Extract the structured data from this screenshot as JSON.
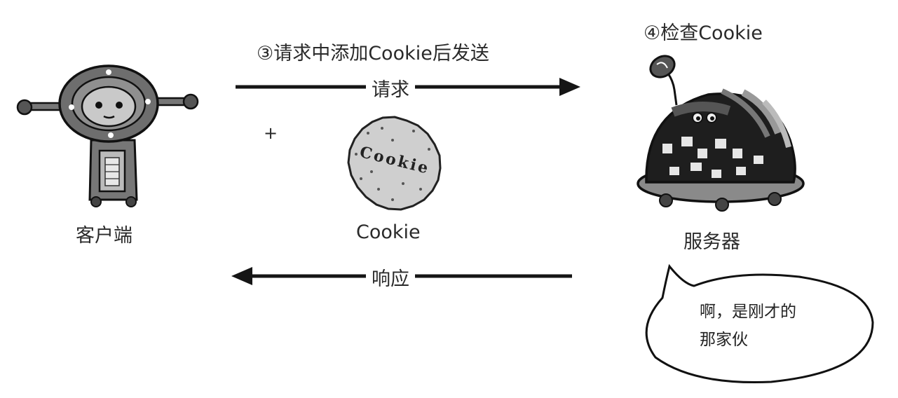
{
  "step3_label": "③请求中添加Cookie后发送",
  "step4_label": "④检查Cookie",
  "request_label": "请求",
  "response_label": "响应",
  "plus_sign": "+",
  "client_label": "客户端",
  "cookie_label": "Cookie",
  "cookie_text": "Cookie",
  "server_label": "服务器",
  "speech_line1": "啊，是刚才的",
  "speech_line2": "那家伙"
}
